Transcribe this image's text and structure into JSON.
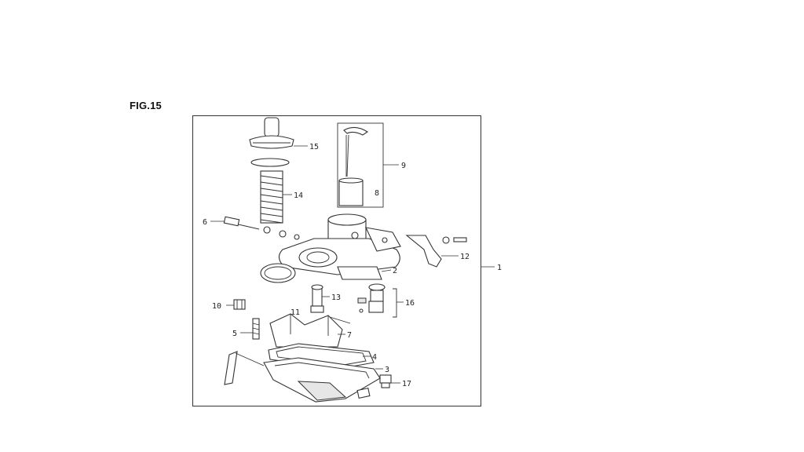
{
  "figure": {
    "title": "FIG.15"
  },
  "callouts": {
    "c1": "1",
    "c2": "2",
    "c3": "3",
    "c4": "4",
    "c5": "5",
    "c6": "6",
    "c7": "7",
    "c8": "8",
    "c9": "9",
    "c10": "10",
    "c11": "11",
    "c12": "12",
    "c13": "13",
    "c14": "14",
    "c15": "15",
    "c16": "16",
    "c17": "17"
  }
}
